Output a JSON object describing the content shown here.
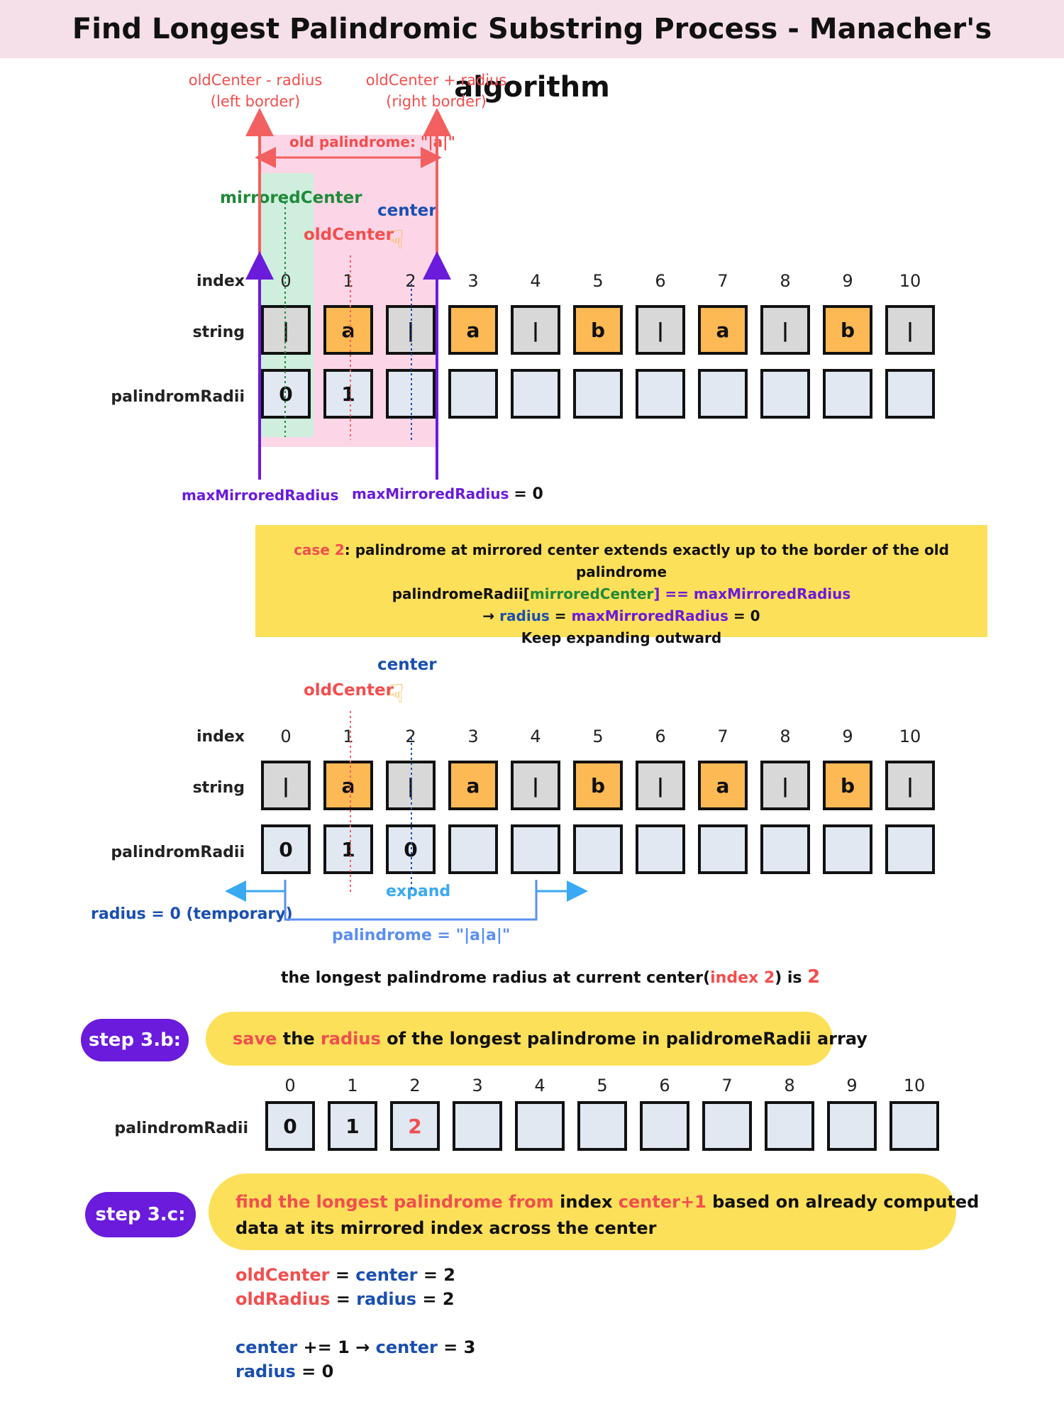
{
  "title": "Find Longest Palindromic Substring Process - Manacher's algorithm",
  "labels": {
    "index": "index",
    "string": "string",
    "palindromRadii": "palindromRadii"
  },
  "indices": [
    "0",
    "1",
    "2",
    "3",
    "4",
    "5",
    "6",
    "7",
    "8",
    "9",
    "10"
  ],
  "string_cells": [
    "|",
    "a",
    "|",
    "a",
    "|",
    "b",
    "|",
    "a",
    "|",
    "b",
    "|"
  ],
  "diagram1": {
    "left_border_line1": "oldCenter - radius",
    "left_border_line2": "(left border)",
    "right_border_line1": "oldCenter + radius",
    "right_border_line2": "(right border)",
    "old_palindrome": "old palindrome: \"|a|\"",
    "mirrored_center": "mirroredCenter",
    "center": "center",
    "old_center": "oldCenter",
    "radii": [
      "0",
      "1",
      "",
      "",
      "",
      "",
      "",
      "",
      "",
      "",
      ""
    ],
    "max_mirrored_radius_left": "maxMirroredRadius",
    "max_mirrored_radius_right": "maxMirroredRadius",
    "max_mirrored_radius_value": "= 0"
  },
  "case_box": {
    "case_label": "case 2",
    "line1_rest": ": palindrome at mirrored center extends exactly up to the border of the old palindrome",
    "line2_a": "palindromeRadii[",
    "line2_b": "mirroredCenter",
    "line2_c": "] == ",
    "line2_d": "maxMirroredRadius",
    "line3_a": "→ ",
    "line3_b": "radius",
    "line3_c": " = ",
    "line3_d": "maxMirroredRadius",
    "line3_e": " = 0",
    "line4": "Keep expanding outward"
  },
  "diagram2": {
    "center": "center",
    "old_center": "oldCenter",
    "radii": [
      "0",
      "1",
      "0",
      "",
      "",
      "",
      "",
      "",
      "",
      "",
      ""
    ],
    "expand": "expand",
    "radius_temp": "radius = 0 (temporary)",
    "palindrome": "palindrome = \"|a|a|\"",
    "longest_a": "the longest palindrome radius at current center(",
    "longest_b": "index 2",
    "longest_c": ") is ",
    "longest_d": "2"
  },
  "step3b": {
    "badge": "step 3.b:",
    "text_a": "save",
    "text_b": " the ",
    "text_c": "radius",
    "text_d": " of the longest palindrome in palidromeRadii array",
    "radii": [
      "0",
      "1",
      "2",
      "",
      "",
      "",
      "",
      "",
      "",
      "",
      ""
    ]
  },
  "step3c": {
    "badge": "step 3.c:",
    "line1_a": "find the longest palindrome from",
    "line1_b": " index ",
    "line1_c": "center+1",
    "line1_d": " based on already computed",
    "line2": "data at its mirrored index across the center",
    "eq1_a": "oldCenter",
    "eq1_b": " = ",
    "eq1_c": "center",
    "eq1_d": " = 2",
    "eq2_a": "oldRadius",
    "eq2_b": " = ",
    "eq2_c": "radius",
    "eq2_d": " = 2",
    "eq3_a": "center",
    "eq3_b": " += 1 → ",
    "eq3_c": "center",
    "eq3_d": " = 3",
    "eq4_a": "radius",
    "eq4_b": " = 0"
  },
  "colors": {
    "separator_cell": "#d8d8d8",
    "char_cell": "#fdb954",
    "radius_cell": "#e1e8f2",
    "highlight_yellow": "#fde05a",
    "step_purple": "#6a1bdb",
    "old_palindrome_pink": "#fcd6e6",
    "mirror_green": "#cfeedd"
  }
}
